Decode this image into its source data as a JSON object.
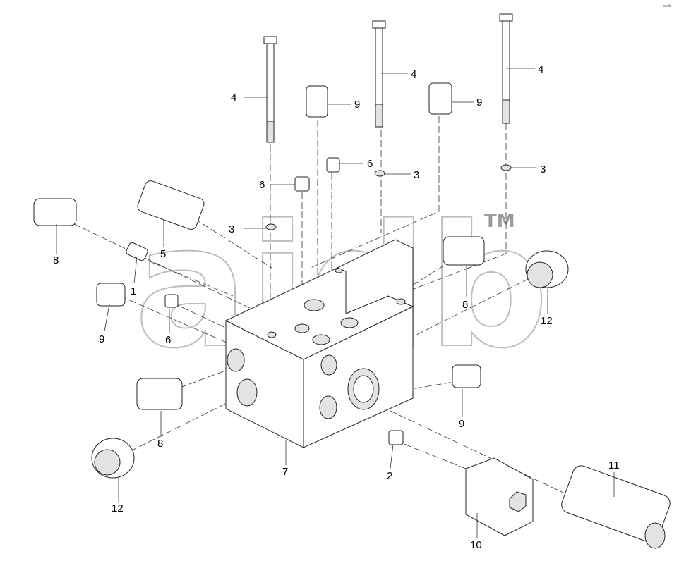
{
  "watermark": {
    "text": "aidb",
    "trademark": "TM"
  },
  "corner_mark": "ᵃⁱᵈᵇ",
  "callouts": [
    {
      "id": "c4a",
      "text": "4"
    },
    {
      "id": "c4b",
      "text": "4"
    },
    {
      "id": "c4c",
      "text": "4"
    },
    {
      "id": "c9a",
      "text": "9"
    },
    {
      "id": "c9b",
      "text": "9"
    },
    {
      "id": "c9c",
      "text": "9"
    },
    {
      "id": "c9d",
      "text": "9"
    },
    {
      "id": "c6a",
      "text": "6"
    },
    {
      "id": "c6b",
      "text": "6"
    },
    {
      "id": "c6c",
      "text": "6"
    },
    {
      "id": "c3a",
      "text": "3"
    },
    {
      "id": "c3b",
      "text": "3"
    },
    {
      "id": "c3c",
      "text": "3"
    },
    {
      "id": "c8a",
      "text": "8"
    },
    {
      "id": "c8b",
      "text": "8"
    },
    {
      "id": "c8c",
      "text": "8"
    },
    {
      "id": "c5",
      "text": "5"
    },
    {
      "id": "c1",
      "text": "1"
    },
    {
      "id": "c12a",
      "text": "12"
    },
    {
      "id": "c12b",
      "text": "12"
    },
    {
      "id": "c7",
      "text": "7"
    },
    {
      "id": "c2",
      "text": "2"
    },
    {
      "id": "c10",
      "text": "10"
    },
    {
      "id": "c11",
      "text": "11"
    }
  ]
}
